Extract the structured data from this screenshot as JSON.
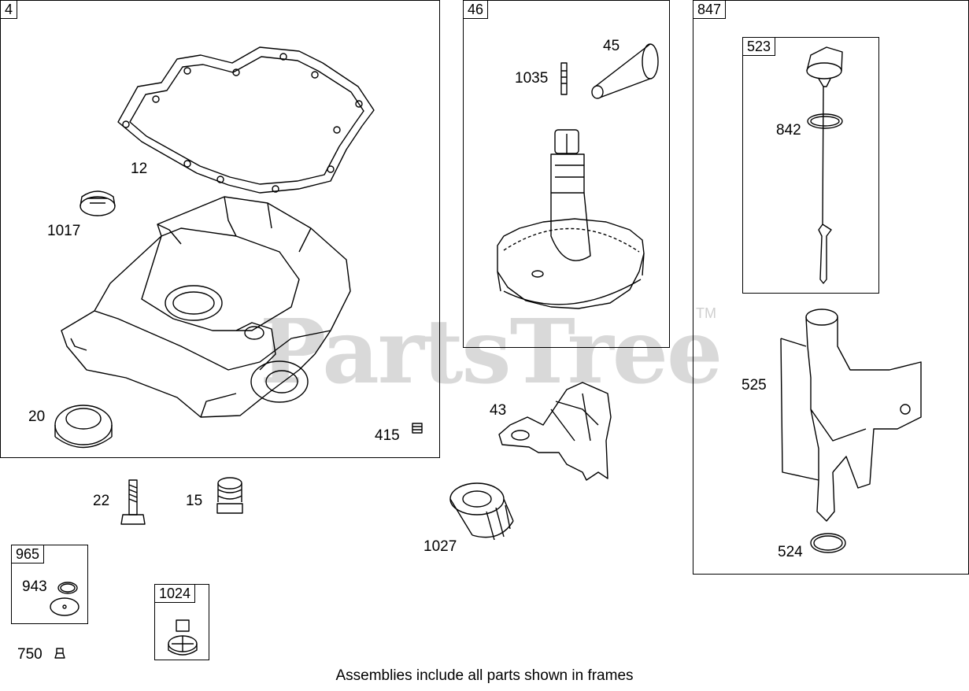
{
  "watermark": {
    "text": "PartsTree",
    "trademark": "TM"
  },
  "frames": {
    "f4": "4",
    "f46": "46",
    "f847": "847",
    "f523": "523",
    "f965": "965",
    "f1024": "1024"
  },
  "labels": {
    "p12": "12",
    "p1017": "1017",
    "p20": "20",
    "p415": "415",
    "p22": "22",
    "p15": "15",
    "p943": "943",
    "p750": "750",
    "p1035": "1035",
    "p45": "45",
    "p43": "43",
    "p1027": "1027",
    "p842": "842",
    "p525": "525",
    "p524": "524"
  },
  "footer": "Assemblies include all parts shown in frames"
}
